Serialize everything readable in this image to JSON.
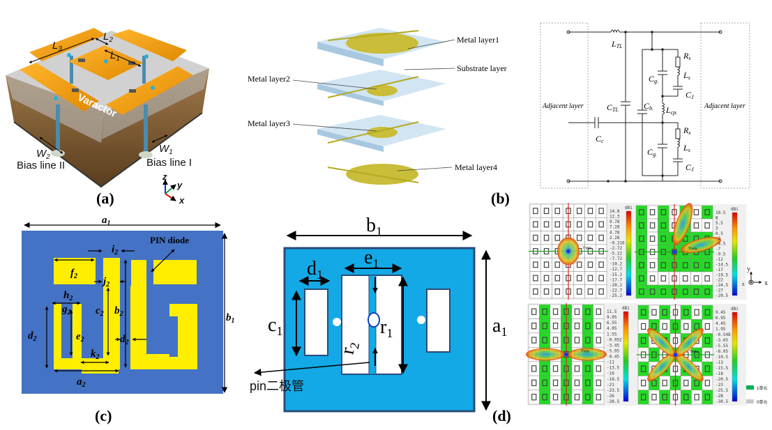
{
  "panels": {
    "a": {
      "label": "(a)",
      "dims": [
        {
          "m": "L",
          "s": "3"
        },
        {
          "m": "L",
          "s": "2"
        },
        {
          "m": "L",
          "s": "1"
        },
        {
          "m": "W",
          "s": "2"
        },
        {
          "m": "W",
          "s": "1"
        }
      ],
      "varactor": "Varactor",
      "bias2": "Bias line II",
      "bias1": "Bias line I",
      "axes": [
        "z",
        "y",
        "x"
      ]
    },
    "b": {
      "label": "(b)",
      "layers": [
        "Metal layer1",
        "Substrate layer",
        "Metal layer2",
        "Metal layer3",
        "Metal layer4"
      ]
    },
    "circuit": {
      "adjacent_left": "Adjacent layer",
      "adjacent_right": "Adjacent layer",
      "components": [
        {
          "m": "L",
          "s": "TL"
        },
        {
          "m": "R",
          "s": "s"
        },
        {
          "m": "C",
          "s": "gᵢ"
        },
        {
          "m": "L",
          "s": "s"
        },
        {
          "m": "C",
          "s": "J"
        },
        {
          "m": "C",
          "s": "TL"
        },
        {
          "m": "C",
          "s": "bᵢ"
        },
        {
          "m": "L",
          "s": "cpᵢ"
        },
        {
          "m": "C",
          "s": "c"
        },
        {
          "m": "R",
          "s": "s"
        },
        {
          "m": "C",
          "s": "gᵢ"
        },
        {
          "m": "L",
          "s": "s"
        },
        {
          "m": "C",
          "s": "J"
        }
      ]
    },
    "c": {
      "label": "(c)",
      "pin_diode": "PIN diode",
      "dims": [
        {
          "m": "a",
          "s": "1"
        },
        {
          "m": "b",
          "s": "1"
        },
        {
          "m": "i",
          "s": "2"
        },
        {
          "m": "f",
          "s": "2"
        },
        {
          "m": "j",
          "s": "2"
        },
        {
          "m": "h",
          "s": "2"
        },
        {
          "m": "g",
          "s": "2"
        },
        {
          "m": "c",
          "s": "2"
        },
        {
          "m": "b",
          "s": "2"
        },
        {
          "m": "d",
          "s": "2"
        },
        {
          "m": "e",
          "s": "2"
        },
        {
          "m": "d",
          "s": "2"
        },
        {
          "m": "k",
          "s": "2"
        },
        {
          "m": "a",
          "s": "2"
        }
      ],
      "colors": {
        "substrate": "#4472c4",
        "metal": "#ffee00"
      }
    },
    "d": {
      "label": "(d)",
      "pin_label": "pin二极管",
      "dims": [
        {
          "m": "b",
          "s": "1"
        },
        {
          "m": "d",
          "s": "1"
        },
        {
          "m": "e",
          "s": "1"
        },
        {
          "m": "c",
          "s": "1"
        },
        {
          "m": "r",
          "s": "2"
        },
        {
          "m": "r",
          "s": "1"
        },
        {
          "m": "a",
          "s": "1"
        }
      ],
      "colors": {
        "substrate": "#12a9e6"
      }
    },
    "radiation": {
      "unit": "dBi",
      "theta": "Theta",
      "coord_axes": [
        "y",
        "z",
        "x"
      ],
      "legend": [
        {
          "label": "1单元",
          "color": "#00b050"
        },
        {
          "label": "0单元",
          "color": "#c8c8c8"
        }
      ],
      "plots": [
        {
          "ticks": [
            "14.8",
            "12.3",
            "9.78",
            "7.28",
            "4.78",
            "2.28",
            "-0.216",
            "-2.72",
            "-5.22",
            "-7.72",
            "-10.2",
            "-12.7",
            "-15.2",
            "-17.7",
            "-20.2",
            "-22.7",
            "-25.2"
          ],
          "coding": [
            "0000000",
            "0000000",
            "0000000",
            "0000000",
            "0000000",
            "0000000",
            "0000000"
          ]
        },
        {
          "ticks": [
            "10.5",
            "8",
            "5.5",
            "3",
            "0.5",
            "-2",
            "-4.5",
            "-7",
            "-9.5",
            "-12",
            "-14.5",
            "-17",
            "-19.5",
            "-22",
            "-24.5",
            "-27",
            "-29.5"
          ],
          "coding": [
            "1010101",
            "1010100",
            "1011111",
            "1011111",
            "1011111",
            "1000000",
            "1111111"
          ]
        },
        {
          "ticks": [
            "11.5",
            "9.05",
            "6.55",
            "4.05",
            "1.55",
            "-0.952",
            "-3.45",
            "-5.95",
            "-8.45",
            "-11",
            "-13.5",
            "-16",
            "-18.5",
            "-21",
            "-23.5",
            "-26",
            "-28.5"
          ],
          "coding": [
            "0101010",
            "0101010",
            "0101010",
            "0101010",
            "0101010",
            "0101010",
            "0101010"
          ]
        },
        {
          "ticks": [
            "9.45",
            "6.95",
            "4.45",
            "1.95",
            "-0.548",
            "-3.05",
            "-5.55",
            "-8.05",
            "-10.5",
            "-13",
            "-15.5",
            "-18",
            "-20.5",
            "-23",
            "-25.5",
            "-28",
            "-30.5"
          ],
          "coding": [
            "1010101",
            "0101010",
            "1010101",
            "0101010",
            "1010101",
            "0101010",
            "1010101"
          ]
        }
      ]
    }
  }
}
